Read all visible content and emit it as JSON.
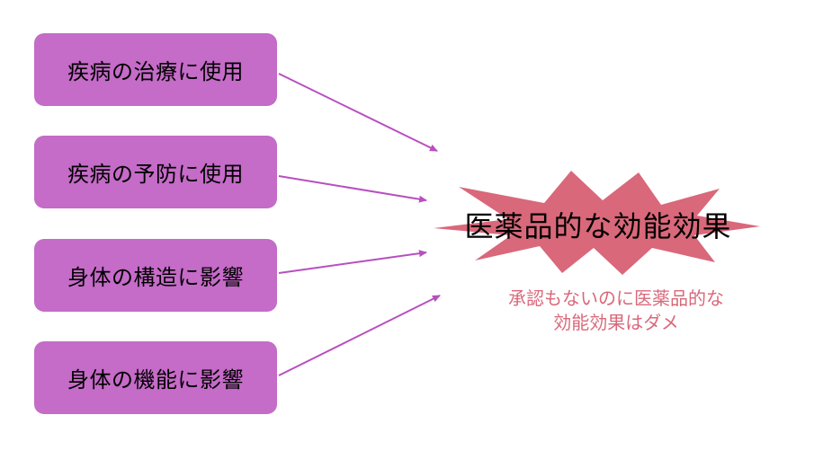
{
  "colors": {
    "box_fill": "#C56BC8",
    "arrow": "#B84FC0",
    "burst_fill": "#D9687A",
    "note_text": "#D9687A"
  },
  "boxes": [
    {
      "label": "疾病の治療に使用"
    },
    {
      "label": "疾病の予防に使用"
    },
    {
      "label": "身体の構造に影響"
    },
    {
      "label": "身体の機能に影響"
    }
  ],
  "effect": {
    "title": "医薬品的な効能効果",
    "note": "承認もないのに医薬品的な\n効能効果はダメ"
  }
}
